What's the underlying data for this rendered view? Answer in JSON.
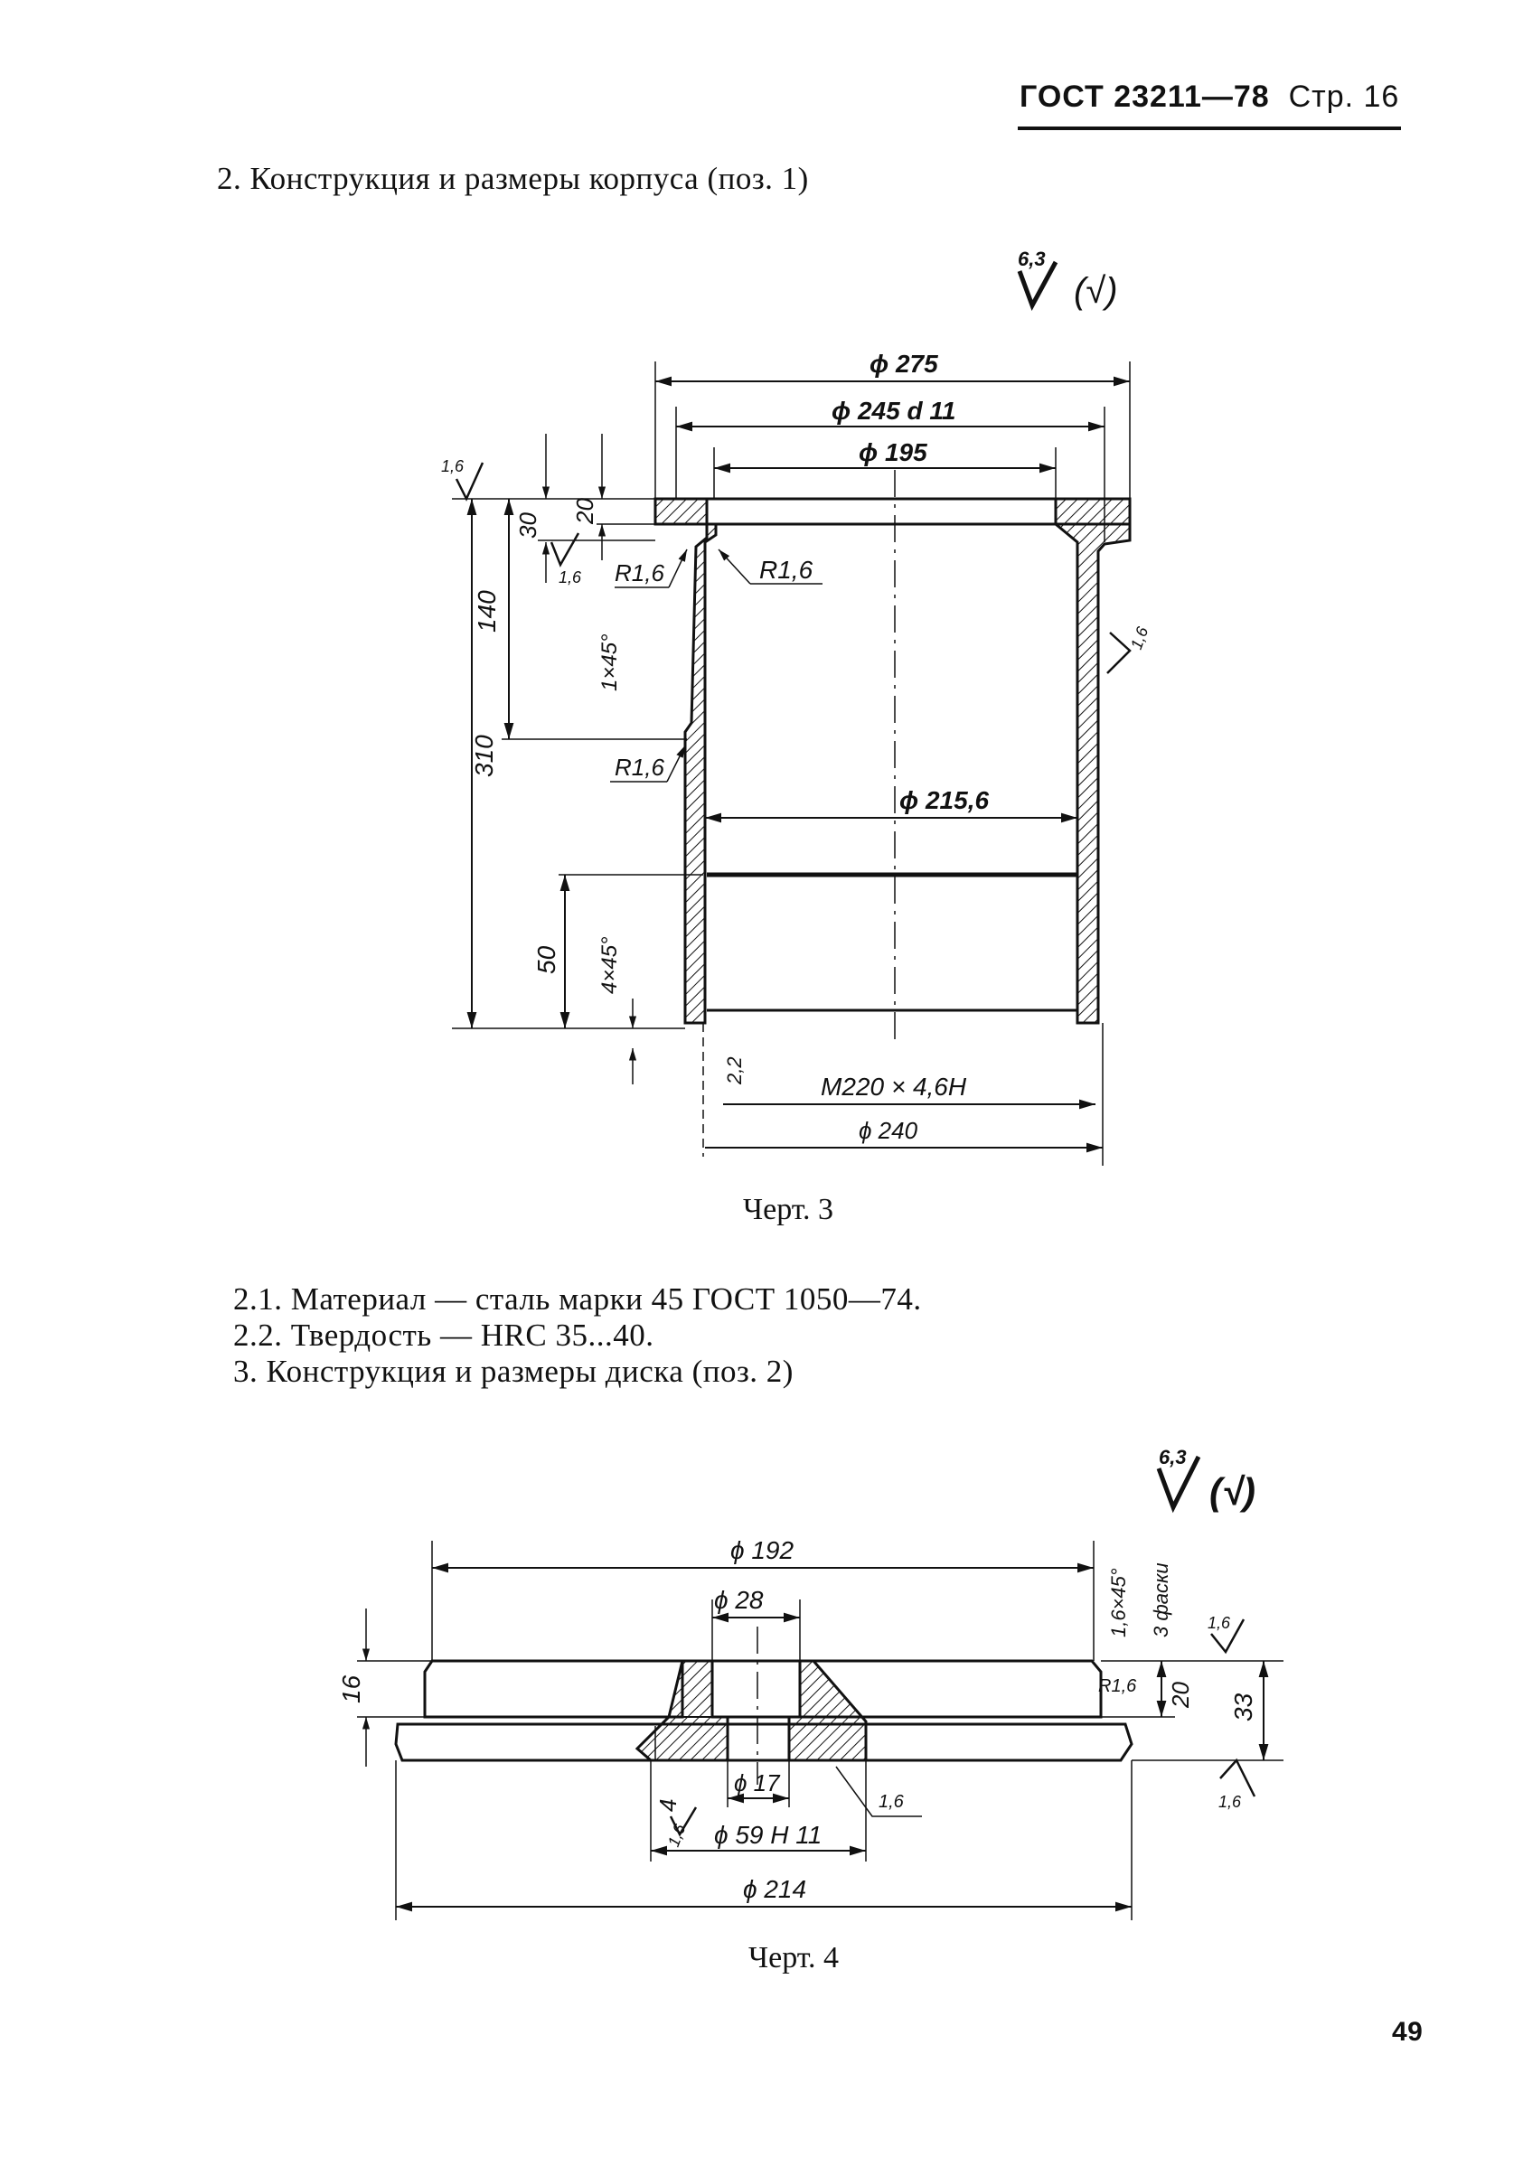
{
  "header": {
    "standard": "ГОСТ 23211—78",
    "page": "Стр. 16"
  },
  "sections": {
    "s2": "2. Конструкция и размеры корпуса (поз. 1)",
    "s2_1": "2.1. Материал — сталь марки 45 ГОСТ 1050—74.",
    "s2_2": "2.2. Твердость — HRC 35...40.",
    "s3": "3. Конструкция и размеры диска (поз. 2)"
  },
  "drawing1": {
    "roughness_general": "6,3",
    "roughness_paren": "(√)",
    "dims": {
      "d275": "ϕ 275",
      "d245": "ϕ 245 d 11",
      "d195": "ϕ 195",
      "d215": "ϕ 215,6",
      "m220": "M220 × 4,6H",
      "d240": "ϕ 240",
      "h310": "310",
      "h140": "140",
      "h30": "30",
      "h20": "20",
      "h50": "50",
      "ch1": "1×45°",
      "ch4": "4×45°",
      "r1": "R1,6",
      "r2": "R1,6",
      "r3": "R1,6",
      "ra1": "1,6",
      "ra2": "1,6",
      "ra3": "1,6",
      "t22": "2,2"
    },
    "caption": "Черт. 3"
  },
  "drawing2": {
    "roughness_general": "6,3",
    "roughness_paren": "(√)",
    "dims": {
      "d192": "ϕ 192",
      "d28": "ϕ 28",
      "d17": "ϕ 17",
      "d59": "ϕ 59 H 11",
      "d214": "ϕ 214",
      "h16": "16",
      "h20": "20",
      "h33": "33",
      "h4": "4",
      "ch": "1,6×45°",
      "ch2": "3 фаски",
      "r16": "R1,6",
      "ra1": "1,6",
      "ra2": "1,6",
      "ra3": "1,6",
      "ra4": "1,6"
    },
    "caption": "Черт. 4"
  },
  "page_number": "49"
}
